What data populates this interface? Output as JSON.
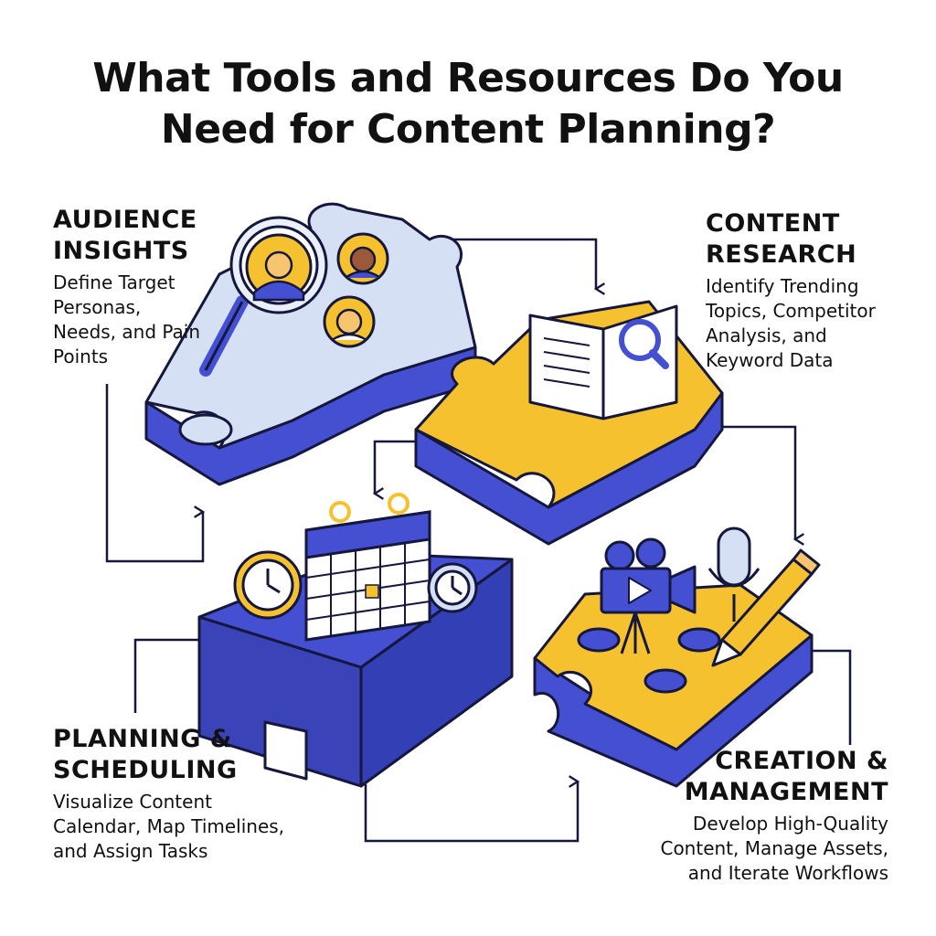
{
  "title": {
    "line1": "What Tools and Resources Do You",
    "line2": "Need for Content Planning?"
  },
  "sections": {
    "audience": {
      "heading": [
        "AUDIENCE",
        "INSIGHTS"
      ],
      "body": [
        "Define Target",
        "Personas,",
        "Needs, and Pain",
        "Points"
      ]
    },
    "research": {
      "heading": [
        "CONTENT",
        "RESEARCH"
      ],
      "body": [
        "Identify Trending",
        "Topics, Competitor",
        "Analysis, and",
        "Keyword Data"
      ]
    },
    "planning": {
      "heading": [
        "PLANNING &",
        "SCHEDULING"
      ],
      "body": [
        "Visualize Content",
        "Calendar, Map Timelines,",
        "and Assign Tasks"
      ]
    },
    "creation": {
      "heading": [
        "CREATION &",
        "MANAGEMENT"
      ],
      "body": [
        "Develop High-Quality",
        "Content, Manage Assets,",
        "and Iterate Workflows"
      ]
    }
  },
  "colors": {
    "blue": "#4450d1",
    "light_blue": "#d6e0f5",
    "yellow": "#f6c12e",
    "outline": "#15173d",
    "skin": "#f6c56d"
  },
  "icons": [
    "magnifier-icon",
    "persona-icon",
    "book-icon",
    "calendar-icon",
    "clock-icon",
    "video-camera-icon",
    "microphone-icon",
    "pencil-icon"
  ]
}
